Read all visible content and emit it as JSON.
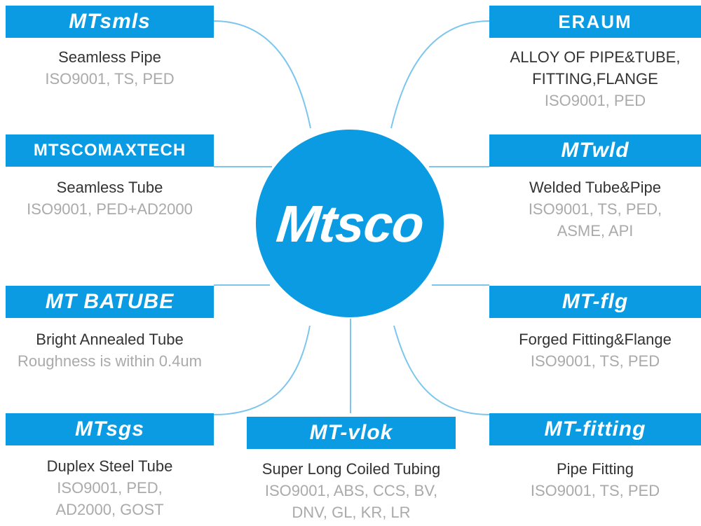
{
  "hub": {
    "label": "Mtsco"
  },
  "nodes": [
    {
      "brand": "MTsmls",
      "product": "Seamless Pipe",
      "certs": [
        "ISO9001, TS, PED"
      ]
    },
    {
      "brand": "ERAUM",
      "product": "ALLOY OF PIPE&TUBE,",
      "product2": "FITTING,FLANGE",
      "certs": [
        "ISO9001, PED"
      ]
    },
    {
      "brand": "MTSCOMAXTECH",
      "product": "Seamless Tube",
      "certs": [
        "ISO9001, PED+AD2000"
      ]
    },
    {
      "brand": "MTwld",
      "product": "Welded Tube&Pipe",
      "certs": [
        "ISO9001, TS, PED,",
        "ASME, API"
      ]
    },
    {
      "brand": "MT BATUBE",
      "product": "Bright Annealed Tube",
      "certs": [
        "Roughness is within 0.4um"
      ]
    },
    {
      "brand": "MT-flg",
      "product": "Forged Fitting&Flange",
      "certs": [
        "ISO9001, TS, PED"
      ]
    },
    {
      "brand": "MTsgs",
      "product": "Duplex Steel Tube",
      "certs": [
        "ISO9001, PED,",
        "AD2000, GOST"
      ]
    },
    {
      "brand": "MT-vlok",
      "product": "Super Long Coiled Tubing",
      "certs": [
        "ISO9001, ABS, CCS, BV,",
        "DNV, GL, KR, LR"
      ]
    },
    {
      "brand": "MT-fitting",
      "product": "Pipe Fitting",
      "certs": [
        "ISO9001, TS, PED"
      ]
    }
  ],
  "colors": {
    "brand_blue": "#0b9be3",
    "product_text": "#333333",
    "cert_text": "#aaaaaa",
    "connector": "#7cc6ee"
  }
}
